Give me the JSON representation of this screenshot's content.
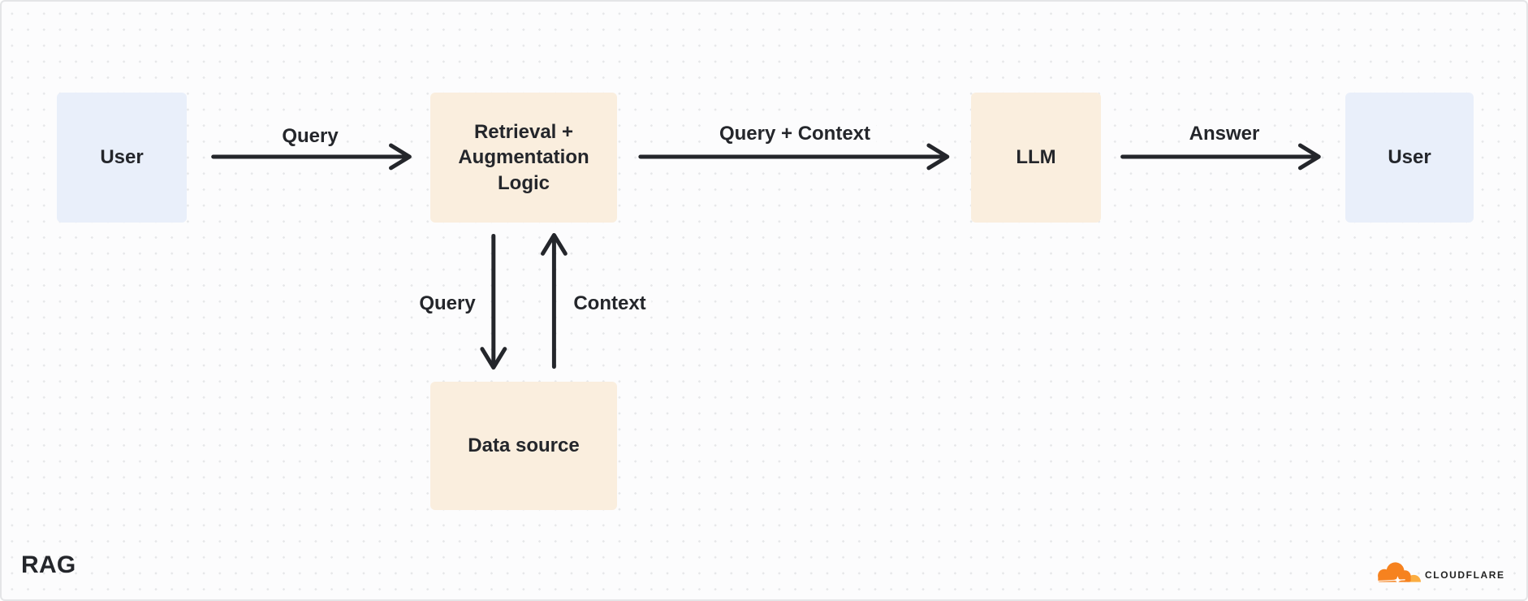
{
  "colors": {
    "canvas_bg": "#FCFCFD",
    "canvas_border": "#E4E5E7",
    "dot": "#E6E7E9",
    "user_node_bg": "#E9EFFA",
    "process_node_bg": "#FAEEDE",
    "text": "#24262B",
    "arrow": "#24262B",
    "brand_orange": "#F6821F",
    "brand_orange_light": "#FBAD41",
    "brand_text": "#222222"
  },
  "diagram": {
    "title": "RAG",
    "nodes": [
      {
        "id": "user-left",
        "label": "User",
        "type": "user"
      },
      {
        "id": "retrieval-augmentation-logic",
        "label": "Retrieval + Augmentation Logic",
        "type": "process"
      },
      {
        "id": "llm",
        "label": "LLM",
        "type": "process"
      },
      {
        "id": "user-right",
        "label": "User",
        "type": "user"
      },
      {
        "id": "data-source",
        "label": "Data source",
        "type": "process"
      }
    ],
    "edges": [
      {
        "id": "query",
        "label": "Query",
        "from": "user-left",
        "to": "retrieval-augmentation-logic",
        "direction": "right"
      },
      {
        "id": "query-context",
        "label": "Query + Context",
        "from": "retrieval-augmentation-logic",
        "to": "llm",
        "direction": "right"
      },
      {
        "id": "answer",
        "label": "Answer",
        "from": "llm",
        "to": "user-right",
        "direction": "right"
      },
      {
        "id": "query-down",
        "label": "Query",
        "from": "retrieval-augmentation-logic",
        "to": "data-source",
        "direction": "down"
      },
      {
        "id": "context-up",
        "label": "Context",
        "from": "data-source",
        "to": "retrieval-augmentation-logic",
        "direction": "up"
      }
    ]
  },
  "footer": {
    "brand": "CLOUDFLARE"
  }
}
